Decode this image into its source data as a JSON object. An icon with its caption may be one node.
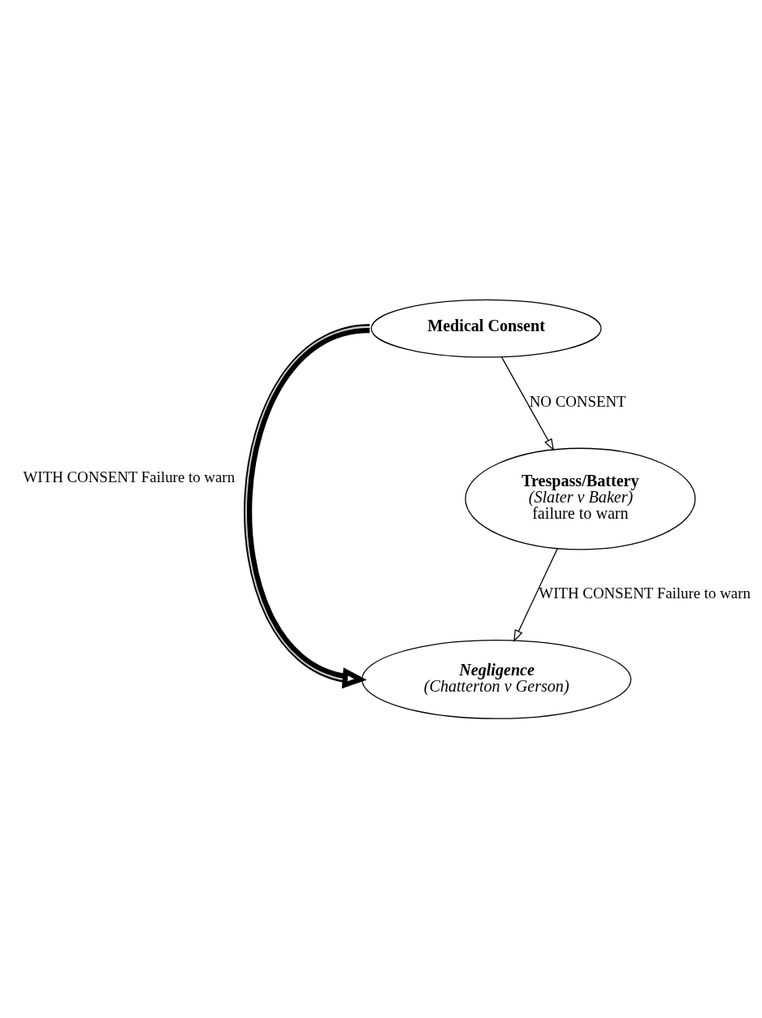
{
  "diagram": {
    "nodes": [
      {
        "text": [
          "Medical Consent"
        ]
      },
      {
        "text": [
          "Trespass/Battery",
          "(Slater v Baker)",
          "failure to warn"
        ]
      },
      {
        "text": [
          "Negligence",
          "(Chatterton v Gerson)"
        ]
      }
    ],
    "edges": [
      {
        "from": 0,
        "to": 1,
        "arrow": "to",
        "label": "NO CONSENT"
      },
      {
        "from": 1,
        "to": 2,
        "arrow": "to",
        "label": "WITH CONSENT Failure to warn"
      },
      {
        "from": 0,
        "to": 2,
        "arrow": "to",
        "label": "WITH CONSENT Failure to warn",
        "style": "thick"
      }
    ]
  }
}
